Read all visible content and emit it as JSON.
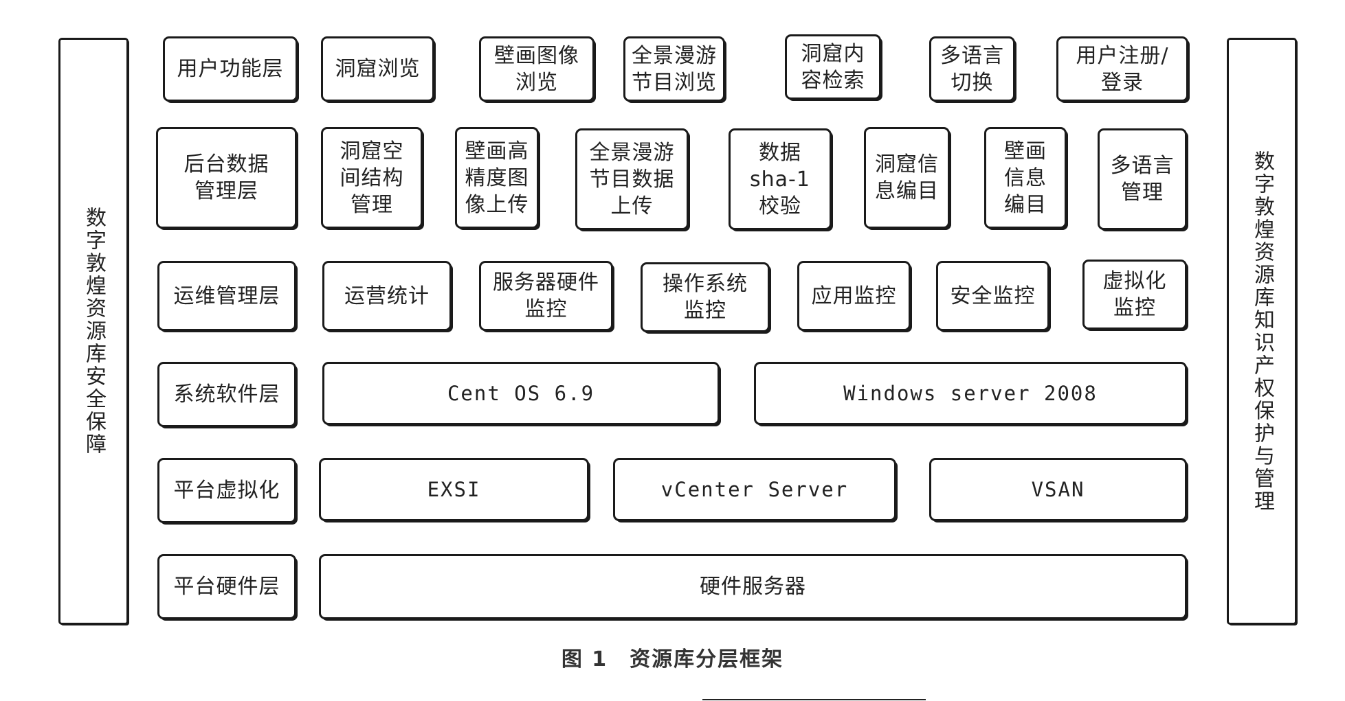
{
  "side_left": "数字敦煌资源库安全保障",
  "side_right": "数字敦煌资源库知识产权保护与管理",
  "caption": "图 1　资源库分层框架",
  "layers": [
    {
      "name": "用户功能层",
      "items": [
        "洞窟浏览",
        "壁画图像\n浏览",
        "全景漫游\n节目浏览",
        "洞窟内\n容检索",
        "多语言\n切换",
        "用户注册/\n登录"
      ]
    },
    {
      "name": "后台数据\n管理层",
      "items": [
        "洞窟空\n间结构\n管理",
        "壁画高\n精度图\n像上传",
        "全景漫游\n节目数据\n上传",
        "数据\nsha-1\n校验",
        "洞窟信\n息编目",
        "壁画\n信息\n编目",
        "多语言\n管理"
      ]
    },
    {
      "name": "运维管理层",
      "items": [
        "运营统计",
        "服务器硬件\n监控",
        "操作系统\n监控",
        "应用监控",
        "安全监控",
        "虚拟化\n监控"
      ]
    },
    {
      "name": "系统软件层",
      "items": [
        "Cent OS 6.9",
        "Windows server 2008"
      ]
    },
    {
      "name": "平台虚拟化",
      "items": [
        "EXSI",
        "vCenter Server",
        "VSAN"
      ]
    },
    {
      "name": "平台硬件层",
      "items": [
        "硬件服务器"
      ]
    }
  ]
}
